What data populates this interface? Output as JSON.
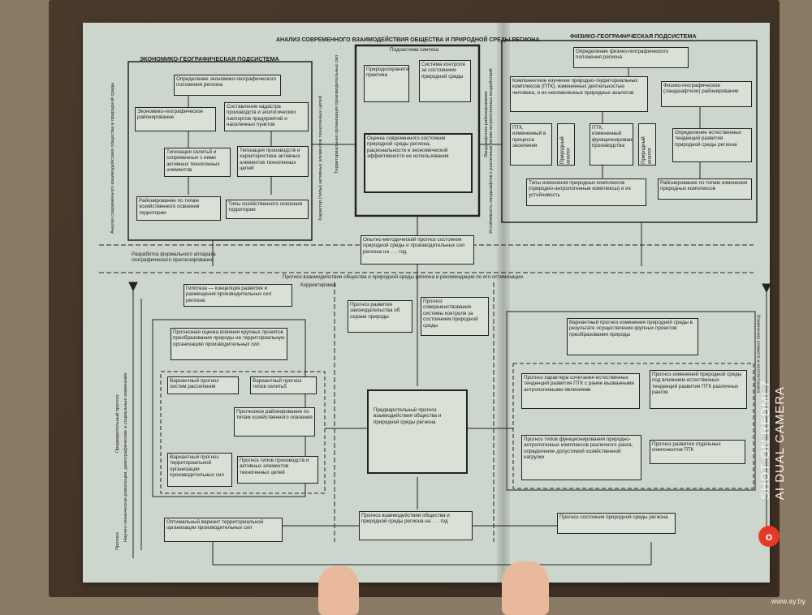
{
  "diagram": {
    "title": "АНАЛИЗ СОВРЕМЕННОГО ВЗАИМОДЕЙСТВИЯ ОБЩЕСТВА И ПРИРОДНОЙ СРЕДЫ РЕГИОНА",
    "econ_title": "ЭКОНОМИКО-ГЕОГРАФИЧЕСКАЯ ПОДСИСТЕМА",
    "phys_title": "ФИЗИКО-ГЕОГРАФИЧЕСКАЯ ПОДСИСТЕМА",
    "synth_title": "Подсистема синтеза",
    "econ": {
      "e1": "Определение экономико-географического положения региона",
      "e2": "Экономико-географическое районирование",
      "e3": "Составление кадастра производств и экологических паспортов предприятий и населенных пунктов",
      "e4": "Типизация селитьб и сопряженных с ними активных техногенных элементов",
      "e5": "Типизация производств и характеристика активных элементов техногенных цепей",
      "e6": "Районирование по типам хозяйственного освоения территории",
      "e7": "Типы хозяйственного освоения территории"
    },
    "synth": {
      "s1": "Природоохранительная практика",
      "s2": "Система контроля за состоянием природной среды",
      "s3": "Оценка современного состояния природной среды региона, рациональности и экономической эффективности ее использования"
    },
    "phys": {
      "p1": "Определение физико-географического положения региона",
      "p2": "Компонентное изучение природно-территориальных комплексов (ПТК), измененных деятельностью человека, и их неизмененных природных аналогов",
      "p3": "Физико-географическое (ландшафтное) районирование",
      "p4": "ПТК, измененный в процессе заселения",
      "p5": "Природный аналог",
      "p6": "ПТК, измененный функционированием производства",
      "p7": "Природный аналог",
      "p8": "Определение естественных тенденций развития природной среды региона",
      "p9": "Типы изменения природных комплексов (природно-антропогенные комплексы) и их устойчивость",
      "p10": "Районирование по типам изменения природных комплексов"
    },
    "vertical": {
      "v1": "Анализ современного взаимодействия общества и природной среды",
      "v2": "Характер (типы) активных элементов техногенных цепей",
      "v3": "Территориальная организация производительных сил",
      "v4": "Ландшафтное районирование",
      "v5": "Устойчивость ландшафтов к различным типам антропогенных воздействий",
      "v6": "Предварительный прогноз",
      "v7": "Научно-техническая революция, демографические и социальные изменения",
      "v8": "Прогноз",
      "v9": "Изменения климата и неотектоника"
    },
    "middle": {
      "m1": "Опытно-методический прогноз состояния природной среды и производительных сил региона на . . . год",
      "formal": "Разработка формального аппарата географического прогнозирования",
      "forecast_title": "Прогноз взаимодействия общества и природной среды региона и рекомендации по его оптимизации"
    },
    "lower": {
      "l1": "Гипотеза — концепция развития и размещения производительных сил региона",
      "korr": "Корректировка",
      "l2": "Прогнозная оценка влияния крупных проектов преобразования природы на территориальную организацию производительных сил",
      "l3": "Вариантный прогноз систем расселения",
      "l4": "Вариантный прогноз типов селитьб",
      "l5": "Прогнозное районирование по типам хозяйственного освоения",
      "l6": "Вариантный прогноз территориальной организации производительных сил",
      "l7": "Прогноз типов производств и активных элементов техногенных цепей",
      "l8": "Оптимальный вариант территориальной организации производительных сил",
      "c1": "Прогноз развития законодательства об охране природы",
      "c2": "Прогноз совершенствования системы контроля за состоянием природной среды",
      "c3": "Предварительный прогноз взаимодействия общества и природной среды региона",
      "c4": "Прогноз взаимодействия общества и природной среды региона на . . . год",
      "r1": "Вариантный прогноз изменения природной среды в результате осуществления крупных проектов преобразования природы",
      "r2": "Прогноз характера сочетания естественных тенденций развития ПТК с ранее вызванными антропогенными явлениями",
      "r3": "Прогноз изменений природной среды под влиянием естественных тенденций развития ПТК различных рангов",
      "r4": "Прогноз типов функционирования природно-антропогенных комплексов различного ранга, определение допустимой хозяйственной нагрузки",
      "r5": "Прогноз развития отдельных компонентов ПТК",
      "r6": "Прогноз состояния природной среды региона"
    }
  },
  "overlay": {
    "watermark_line1": "SHOT ON REDMI 7",
    "watermark_line2": "AI DUAL CAMERA",
    "source": "www.ay.by"
  }
}
